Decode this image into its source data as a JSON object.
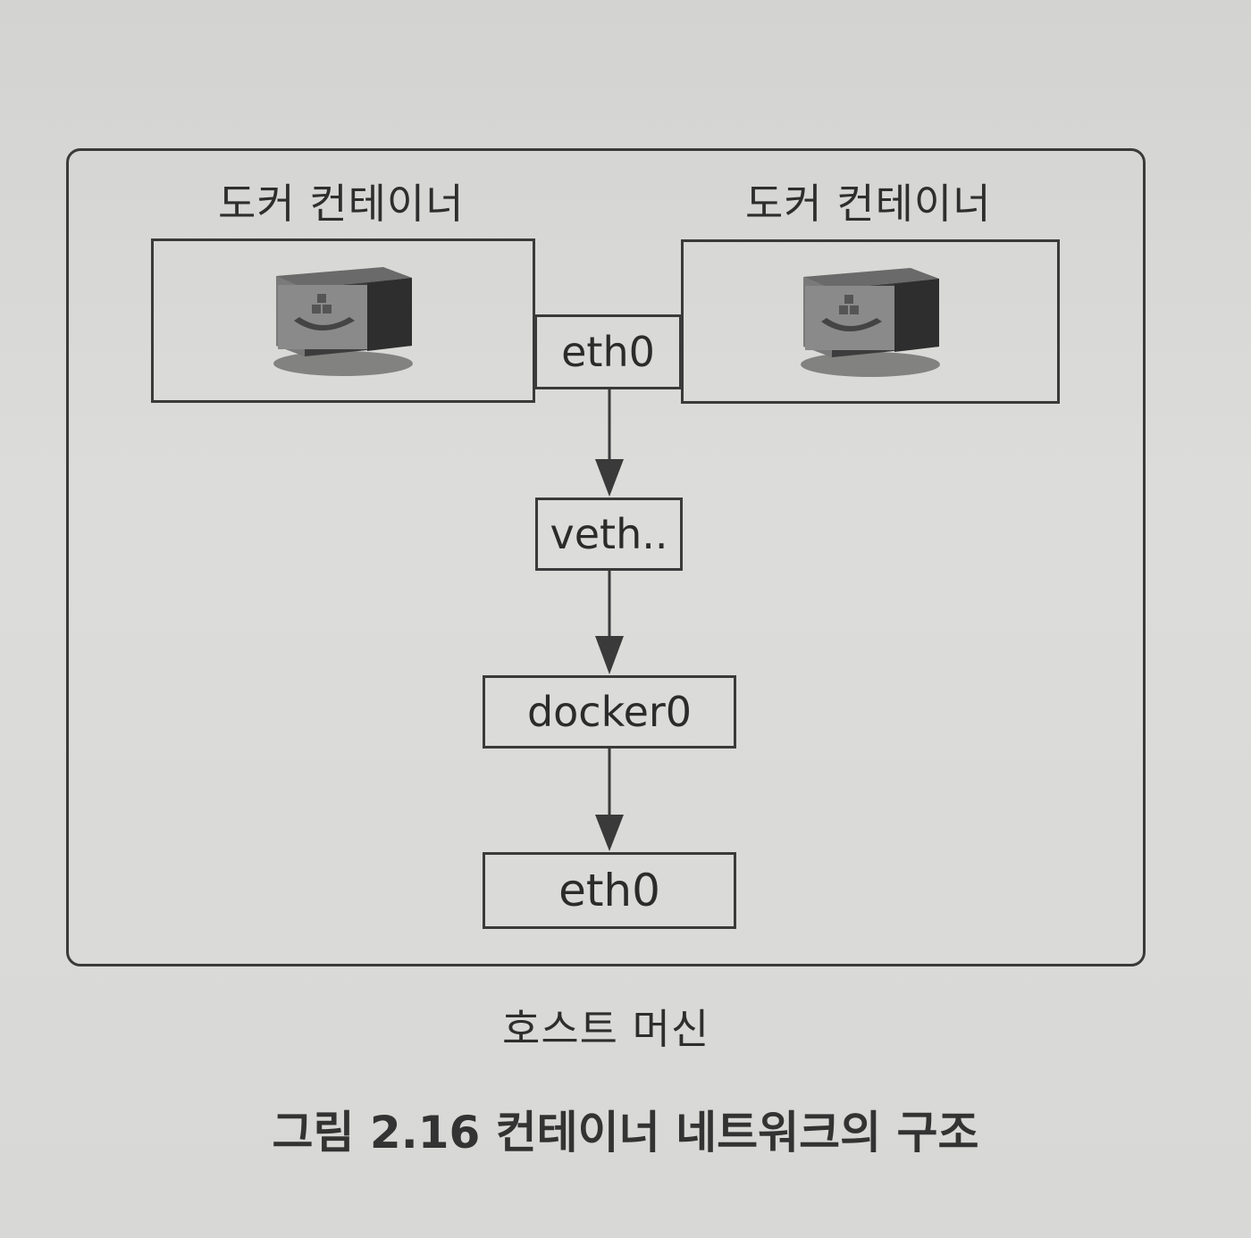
{
  "containers": [
    {
      "label": "도커 컨테이너",
      "icon": "docker-container-icon"
    },
    {
      "label": "도커 컨테이너",
      "icon": "docker-container-icon"
    }
  ],
  "nodes": {
    "container_eth": "eth0",
    "veth": "veth..",
    "docker_bridge": "docker0",
    "host_eth": "eth0"
  },
  "host_label": "호스트 머신",
  "caption": "그림 2.16 컨테이너 네트워크의 구조",
  "edges": [
    {
      "from": "eth0",
      "to": "veth.."
    },
    {
      "from": "veth..",
      "to": "docker0"
    },
    {
      "from": "docker0",
      "to": "eth0"
    }
  ]
}
